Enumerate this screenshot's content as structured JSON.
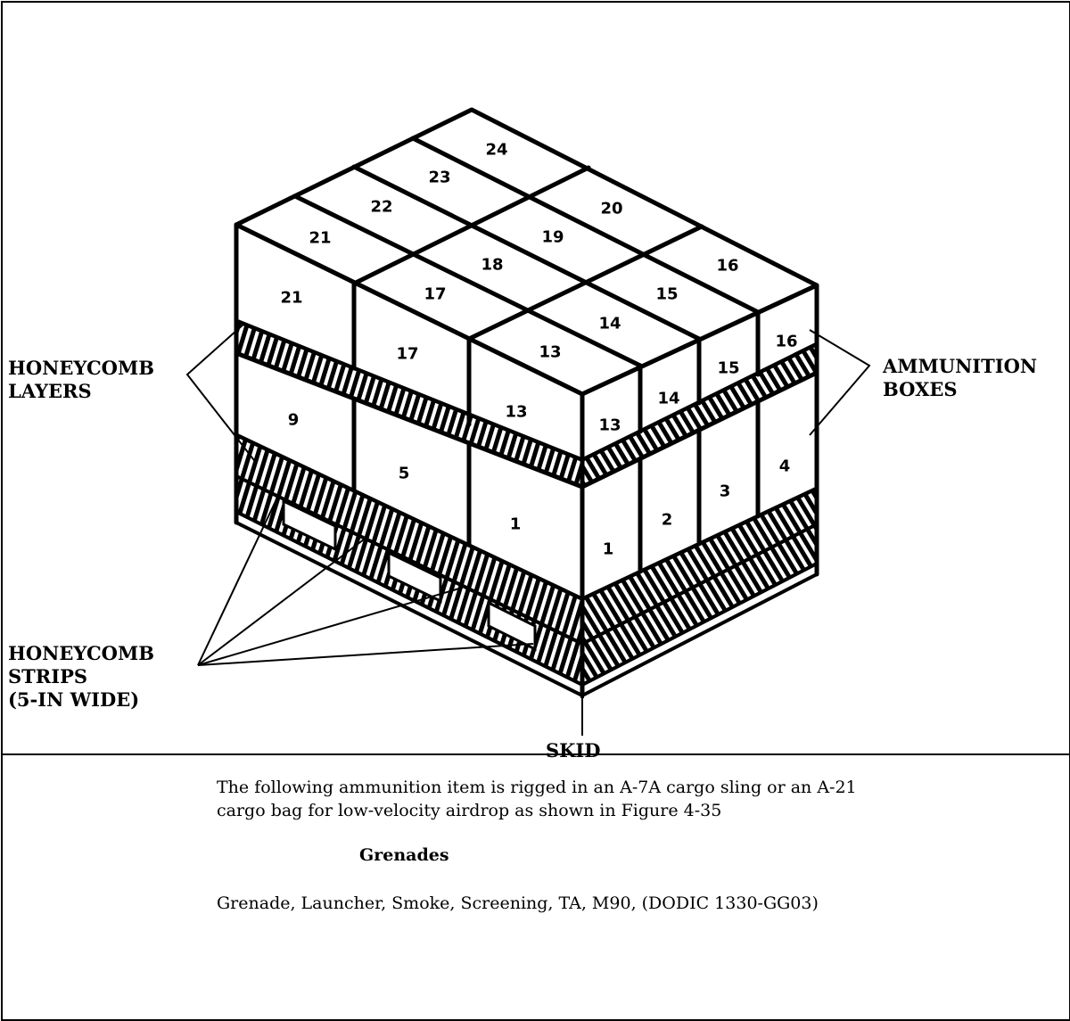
{
  "callouts": {
    "honeycomb_layers": [
      "HONEYCOMB",
      "LAYERS"
    ],
    "ammunition_boxes": [
      "AMMUNITION",
      "BOXES"
    ],
    "honeycomb_strips": [
      "HONEYCOMB",
      "STRIPS",
      "(5-IN WIDE)"
    ],
    "skid": "SKID"
  },
  "box_numbers": {
    "top": [
      "24",
      "23",
      "22",
      "21",
      "20",
      "19",
      "18",
      "17",
      "16",
      "15",
      "14",
      "13"
    ],
    "left_upper": [
      "21",
      "17",
      "13"
    ],
    "left_lower": [
      "9",
      "5",
      "1"
    ],
    "right_upper": [
      "13",
      "14",
      "15",
      "16"
    ],
    "right_lower": [
      "1",
      "2",
      "3",
      "4"
    ]
  },
  "text": {
    "intro_line1": "The following ammunition item is rigged in an A-7A cargo sling or an A-21",
    "intro_line2": "cargo bag for low-velocity airdrop as shown in Figure 4-35",
    "heading": "Grenades",
    "item": "Grenade, Launcher, Smoke, Screening, TA, M90, (DODIC 1330-GG03)"
  }
}
